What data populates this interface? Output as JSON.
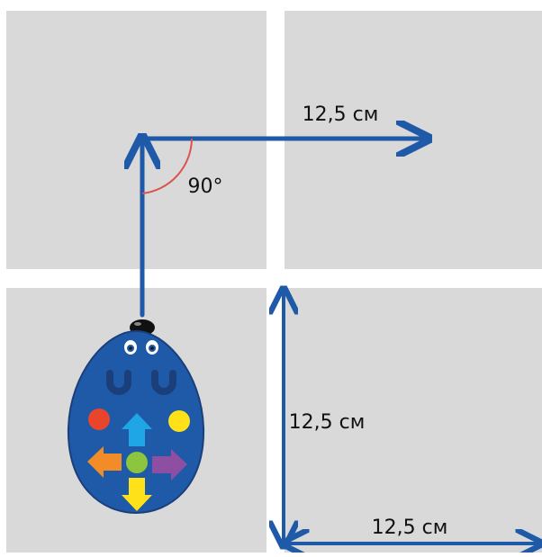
{
  "colors": {
    "background": "#ffffff",
    "tile": "#d9d9d9",
    "arrow": "#1f5aa8",
    "angle_arc": "#d9534f",
    "label_text": "#111111",
    "robot_body": "#1f5aa8",
    "robot_dark": "#1a3f7a",
    "robot_button_red": "#e8452c",
    "robot_button_yellow": "#ffe11a",
    "robot_button_green": "#8cc63f",
    "robot_button_blue": "#1ea6e6",
    "robot_button_orange": "#f28c28",
    "robot_button_purple": "#8e4fa3",
    "robot_button_yellow_arrow": "#ffe11a"
  },
  "labels": {
    "top_right_distance": "12,5 см",
    "angle": "90°",
    "right_vertical_distance": "12,5 см",
    "bottom_distance": "12,5 см"
  },
  "robot": {
    "buttons": [
      {
        "name": "red-button-icon",
        "color_key": "robot_button_red"
      },
      {
        "name": "yellow-button-icon",
        "color_key": "robot_button_yellow"
      },
      {
        "name": "green-button-icon",
        "color_key": "robot_button_green"
      },
      {
        "name": "forward-arrow-icon",
        "color_key": "robot_button_blue"
      },
      {
        "name": "left-arrow-icon",
        "color_key": "robot_button_orange"
      },
      {
        "name": "right-arrow-icon",
        "color_key": "robot_button_purple"
      },
      {
        "name": "backward-arrow-icon",
        "color_key": "robot_button_yellow_arrow"
      }
    ]
  }
}
